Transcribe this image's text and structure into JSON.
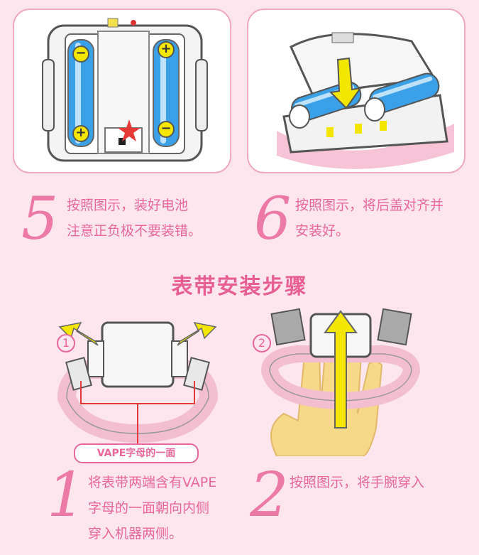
{
  "steps": {
    "s5": {
      "number": "5",
      "line1": "按照图示，装好电池",
      "line2": "注意正负极不要装错。"
    },
    "s6": {
      "number": "6",
      "line1": "按照图示，将后盖对齐并",
      "line2": "安装好。"
    }
  },
  "battery": {
    "minus": "−",
    "plus": "+"
  },
  "section_title": "表带安装步骤",
  "strap_steps": {
    "s1": {
      "badge": "1",
      "number": "1",
      "line1": "将表带两端含有VAPE",
      "line2": "字母的一面朝向内侧",
      "line3": "穿入机器两侧。"
    },
    "s2": {
      "badge": "2",
      "number": "2",
      "line1": "按照图示，将手腕穿入"
    }
  },
  "vape_label": "VAPE字母的一面",
  "colors": {
    "accent": "#e9679a",
    "background": "#fde6ee",
    "panel_border": "#f0a8c4",
    "arrow": "#f3e600",
    "battery": "#3aa0e8"
  }
}
